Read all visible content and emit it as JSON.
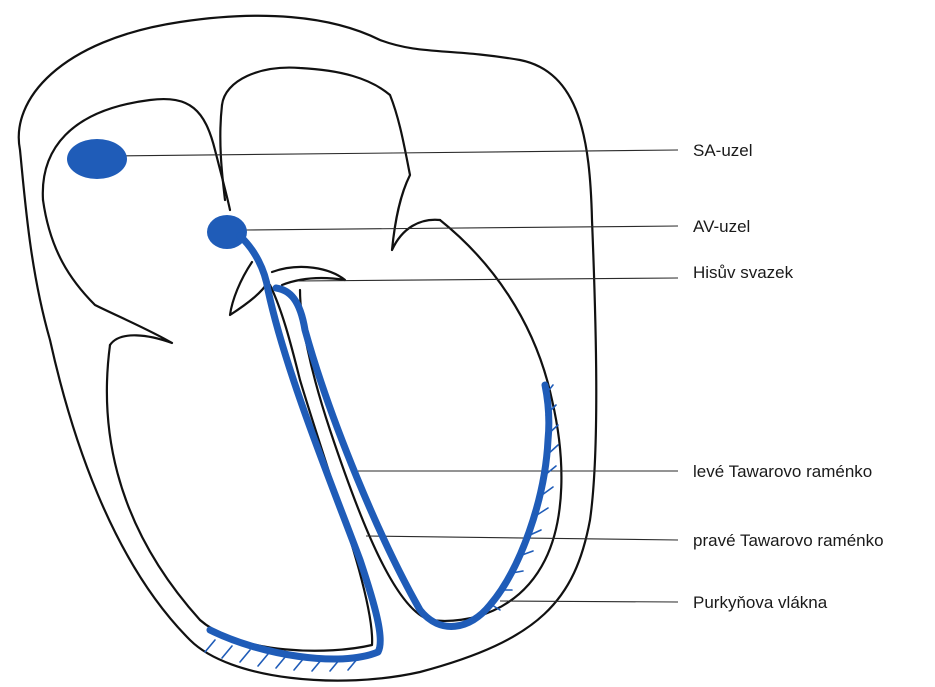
{
  "labels": {
    "sa_node": "SA-uzel",
    "av_node": "AV-uzel",
    "his_bundle": "Hisův svazek",
    "left_bundle_branch": "levé Tawarovo raménko",
    "right_bundle_branch": "pravé Tawarovo raménko",
    "purkinje_fibers": "Purkyňova vlákna"
  },
  "colors": {
    "conduction_system": "#1f5cb8",
    "outline": "#111111",
    "leader_lines": "#2a2a2a",
    "background": "#ffffff"
  }
}
